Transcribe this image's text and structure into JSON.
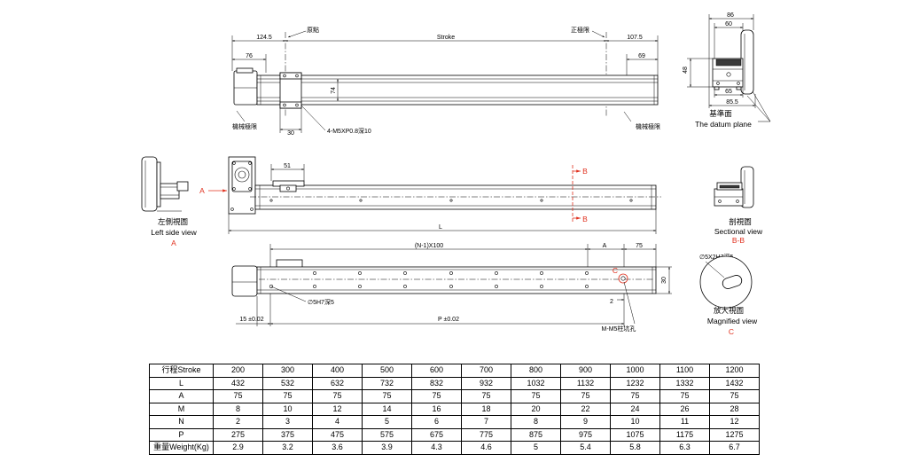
{
  "top_view": {
    "dim_left_offset": "124.5",
    "origin_label": "原點",
    "stroke_label": "Stroke",
    "positive_limit_label": "正極限",
    "dim_right_offset": "107.5",
    "dim_motor": "76",
    "dim_end": "69",
    "dim_height": "74",
    "dim_carriage": "30",
    "hole_note": "4-M5XP0.8深10",
    "mech_limit_left": "機械極限",
    "mech_limit_right": "機械極限"
  },
  "end_view": {
    "dim_86": "86",
    "dim_60": "60",
    "dim_48": "48",
    "dim_65": "65",
    "dim_85_5": "85.5",
    "datum_cn": "基準面",
    "datum_en": "The datum plane"
  },
  "left_side_view": {
    "title_cn": "左側視圖",
    "title_en": "Left side view",
    "mark": "A"
  },
  "front_view": {
    "view_arrow": "A",
    "dim_51": "51",
    "section_top": "B",
    "section_bottom": "B",
    "dim_length": "L"
  },
  "section_view": {
    "title_cn": "剖視圖",
    "title_en": "Sectional view",
    "mark": "B-B"
  },
  "bottom_view": {
    "pitch": "(N-1)X100",
    "dim_a": "A",
    "dim_75": "75",
    "dim_30": "30",
    "detail_mark": "C",
    "dim_2": "2",
    "pin_hole_note": "∅5H7深5",
    "dim_15": "15 ±0.02",
    "dim_p": "P ±0.02",
    "counterbore_note": "M-M5柱坑孔"
  },
  "magnified_view": {
    "slot_note": "∅5X2H7深5",
    "title_cn": "放大視圖",
    "title_en": "Magnified view",
    "mark": "C"
  },
  "spec_table": {
    "rows": [
      {
        "label": "行程Stroke",
        "values": [
          "200",
          "300",
          "400",
          "500",
          "600",
          "700",
          "800",
          "900",
          "1000",
          "1100",
          "1200"
        ]
      },
      {
        "label": "L",
        "values": [
          "432",
          "532",
          "632",
          "732",
          "832",
          "932",
          "1032",
          "1132",
          "1232",
          "1332",
          "1432"
        ]
      },
      {
        "label": "A",
        "values": [
          "75",
          "75",
          "75",
          "75",
          "75",
          "75",
          "75",
          "75",
          "75",
          "75",
          "75"
        ]
      },
      {
        "label": "M",
        "values": [
          "8",
          "10",
          "12",
          "14",
          "16",
          "18",
          "20",
          "22",
          "24",
          "26",
          "28"
        ]
      },
      {
        "label": "N",
        "values": [
          "2",
          "3",
          "4",
          "5",
          "6",
          "7",
          "8",
          "9",
          "10",
          "11",
          "12"
        ]
      },
      {
        "label": "P",
        "values": [
          "275",
          "375",
          "475",
          "575",
          "675",
          "775",
          "875",
          "975",
          "1075",
          "1175",
          "1275"
        ]
      },
      {
        "label": "重量Weight(Kg)",
        "values": [
          "2.9",
          "3.2",
          "3.6",
          "3.9",
          "4.3",
          "4.6",
          "5",
          "5.4",
          "5.8",
          "6.3",
          "6.7"
        ]
      }
    ]
  },
  "colors": {
    "line": "#000000",
    "accent": "#e0301e"
  }
}
